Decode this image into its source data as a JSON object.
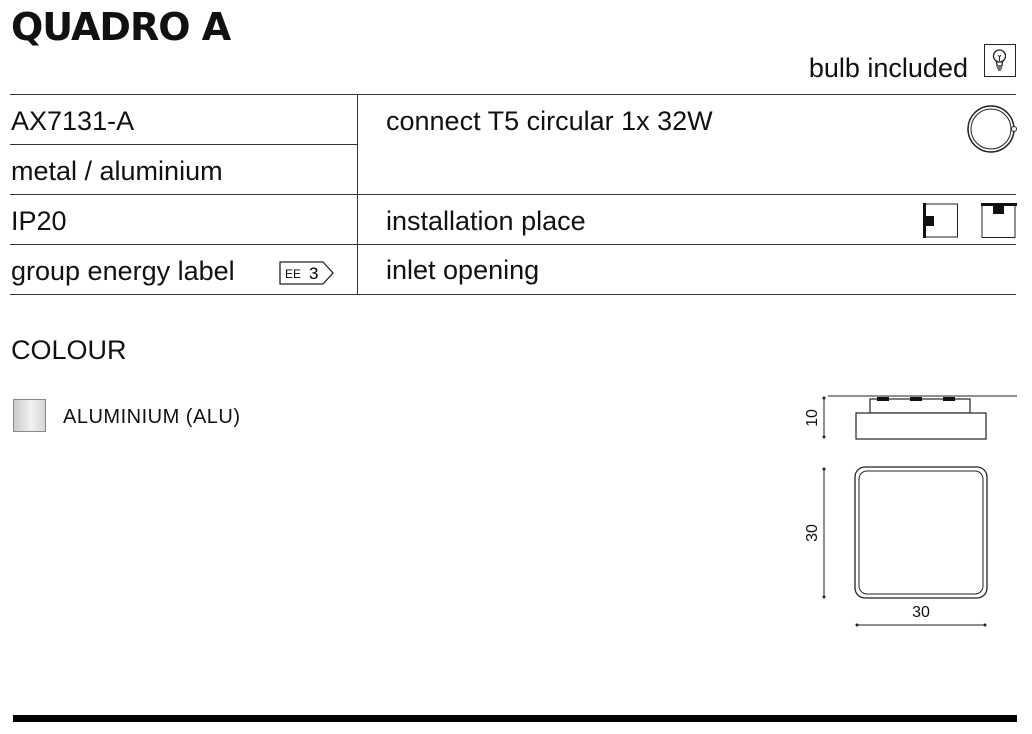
{
  "product": {
    "name": "QUADRO A",
    "bulb_label": "bulb included"
  },
  "specs": {
    "code": "AX7131-A",
    "material": "metal / aluminium",
    "ip_rating": "IP20",
    "energy_label_text": "group energy label",
    "energy_badge": {
      "prefix": "EE",
      "value": "3"
    },
    "connect": "connect T5 circular 1x 32W",
    "installation": "installation place",
    "inlet": "inlet opening"
  },
  "colour": {
    "title": "COLOUR",
    "options": [
      {
        "label": "ALUMINIUM (ALU)",
        "swatch": "#dcdcdc"
      }
    ]
  },
  "dimensions": {
    "height": "10",
    "depth": "30",
    "width": "30"
  },
  "colors": {
    "text": "#111111",
    "lines": "#333333",
    "footer": "#000000"
  },
  "icons": [
    "bulb-icon",
    "circular-lamp-icon",
    "wall-mount-icon",
    "ceiling-mount-icon",
    "energy-label-arrow-icon"
  ]
}
